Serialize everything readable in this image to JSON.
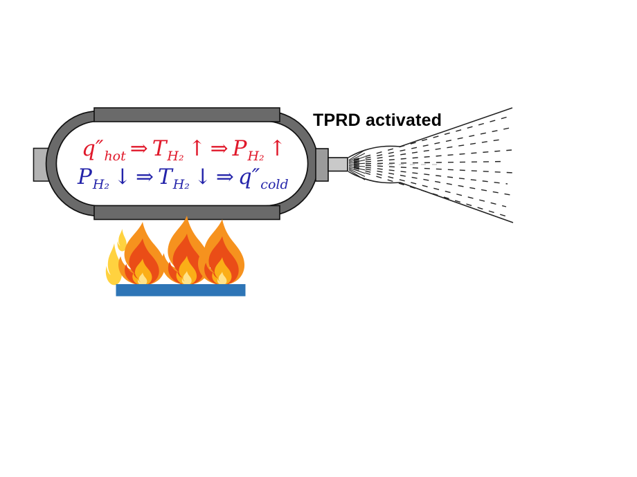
{
  "annotations": {
    "tprd_label": "TPRD activated"
  },
  "equations": {
    "hot": {
      "color": "#E0182A",
      "tokens": [
        {
          "t": "q″",
          "s": "hot"
        },
        {
          "t": "⇒"
        },
        {
          "t": "T",
          "s": "H₂"
        },
        {
          "t": "↑"
        },
        {
          "t": "⇒"
        },
        {
          "t": "P",
          "s": "H₂"
        },
        {
          "t": "↑"
        }
      ]
    },
    "cold": {
      "color": "#2424AA",
      "tokens": [
        {
          "t": "P",
          "s": "H₂"
        },
        {
          "t": "↓"
        },
        {
          "t": "⇒"
        },
        {
          "t": "T",
          "s": "H₂"
        },
        {
          "t": "↓"
        },
        {
          "t": "⇒"
        },
        {
          "t": "q″",
          "s": "cold"
        }
      ]
    }
  },
  "icons": {
    "tank": "pressure-vessel-capsule",
    "left_boss": "tank-boss",
    "tprd_fitting": "tprd-fitting-block",
    "tprd_nozzle": "tprd-nozzle-tube",
    "jet": "dashed-gas-jet-spray",
    "fire": "flame-icon",
    "platform": "burner-platform-bar"
  },
  "colors": {
    "equation_hot": "#E0182A",
    "equation_cold": "#2424AA",
    "tank_wall": "#6A6A6A",
    "tank_outline": "#111111",
    "boss_gray": "#B3B3B3",
    "fitting_gray": "#9B9B9B",
    "nozzle_gray": "#C9C9C9",
    "jet_line": "#222222",
    "jet_faint": "#C9C9C9",
    "flame_orange": "#F6921E",
    "flame_red": "#EA4D17",
    "flame_mid": "#FBAE17",
    "flame_core": "#FFE28A",
    "wisp_yellow": "#FFD23F",
    "platform_blue": "#2E75B6",
    "background": "#FFFFFF"
  }
}
